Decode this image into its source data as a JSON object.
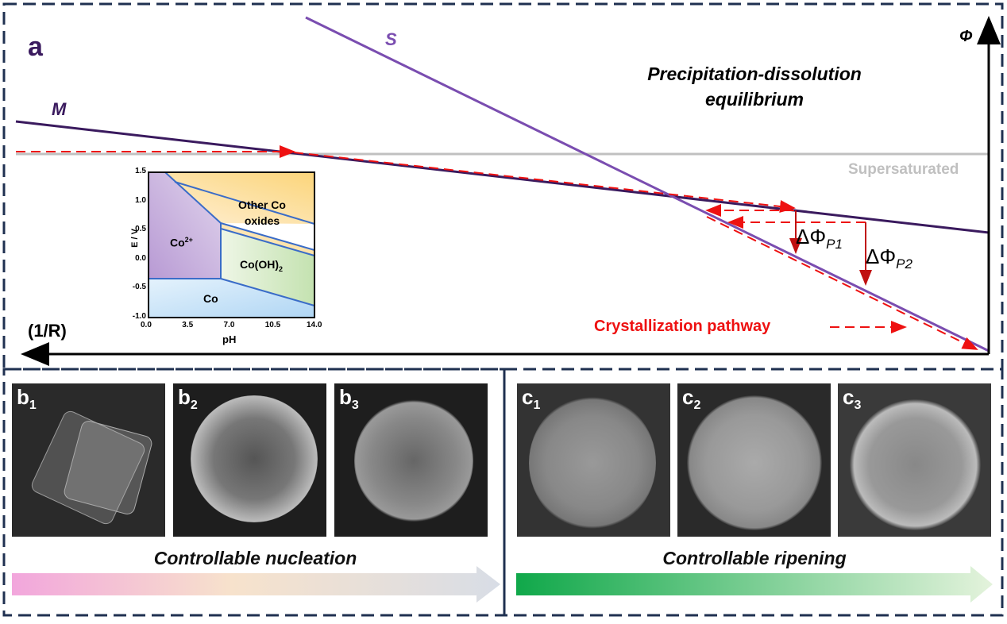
{
  "panel_a": {
    "label": "a",
    "title_line1": "Precipitation-dissolution",
    "title_line2": "equilibrium",
    "curve_m": "M",
    "curve_s": "S",
    "supersaturated": "Supersaturated",
    "y_axis": "Φ",
    "x_axis": "(1/R)",
    "delta1": "ΔΦ",
    "delta1_sub": "P1",
    "delta2": "ΔΦ",
    "delta2_sub": "P2",
    "pathway": "Crystallization pathway",
    "colors": {
      "m": "#3a1a5e",
      "s": "#7a4db0",
      "pathway": "#ee1111",
      "border": "#1f3050"
    },
    "inset": {
      "ylabel": "E / V",
      "xlabel": "pH",
      "yticks": [
        "1.5",
        "1.0",
        "0.5",
        "0.0",
        "-0.5",
        "-1.0"
      ],
      "xticks": [
        "0.0",
        "3.5",
        "7.0",
        "10.5",
        "14.0"
      ],
      "regions": {
        "co2": "Co",
        "co2_sup": "2+",
        "oxides1": "Other Co",
        "oxides2": "oxides",
        "hydroxide": "Co(OH)",
        "hydroxide_sub": "2",
        "metal": "Co"
      }
    }
  },
  "panel_b": {
    "images": [
      {
        "letter": "b",
        "sub": "1"
      },
      {
        "letter": "b",
        "sub": "2"
      },
      {
        "letter": "b",
        "sub": "3"
      }
    ],
    "caption": "Controllable nucleation"
  },
  "panel_c": {
    "images": [
      {
        "letter": "c",
        "sub": "1"
      },
      {
        "letter": "c",
        "sub": "2"
      },
      {
        "letter": "c",
        "sub": "3"
      }
    ],
    "caption": "Controllable ripening"
  }
}
